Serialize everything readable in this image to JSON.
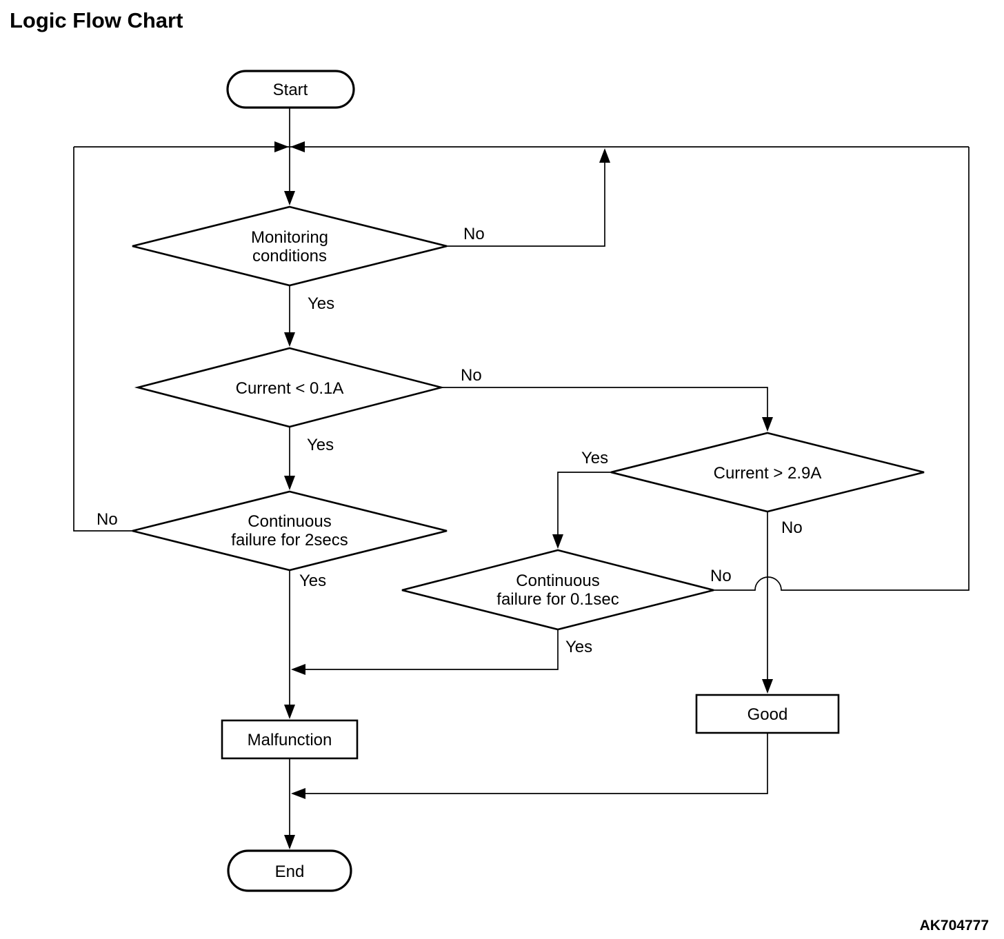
{
  "title": "Logic Flow Chart",
  "figure_code": "AK704777",
  "colors": {
    "line": "#000000",
    "background": "#ffffff",
    "text": "#000000"
  },
  "flowchart": {
    "start": "Start",
    "end": "End",
    "nodes": {
      "monitoring": {
        "line1": "Monitoring",
        "line2": "conditions"
      },
      "current_low": "Current < 0.1A",
      "failure_2secs": {
        "line1": "Continuous",
        "line2": "failure for 2secs"
      },
      "current_high": "Current > 2.9A",
      "failure_01sec": {
        "line1": "Continuous",
        "line2": "failure for 0.1sec"
      },
      "malfunction": "Malfunction",
      "good": "Good"
    },
    "labels": {
      "monitoring_no": "No",
      "monitoring_yes": "Yes",
      "current_low_no": "No",
      "current_low_yes": "Yes",
      "current_high_yes": "Yes",
      "current_high_no": "No",
      "failure_2secs_no": "No",
      "failure_2secs_yes": "Yes",
      "failure_01sec_no": "No",
      "failure_01sec_yes": "Yes"
    }
  }
}
